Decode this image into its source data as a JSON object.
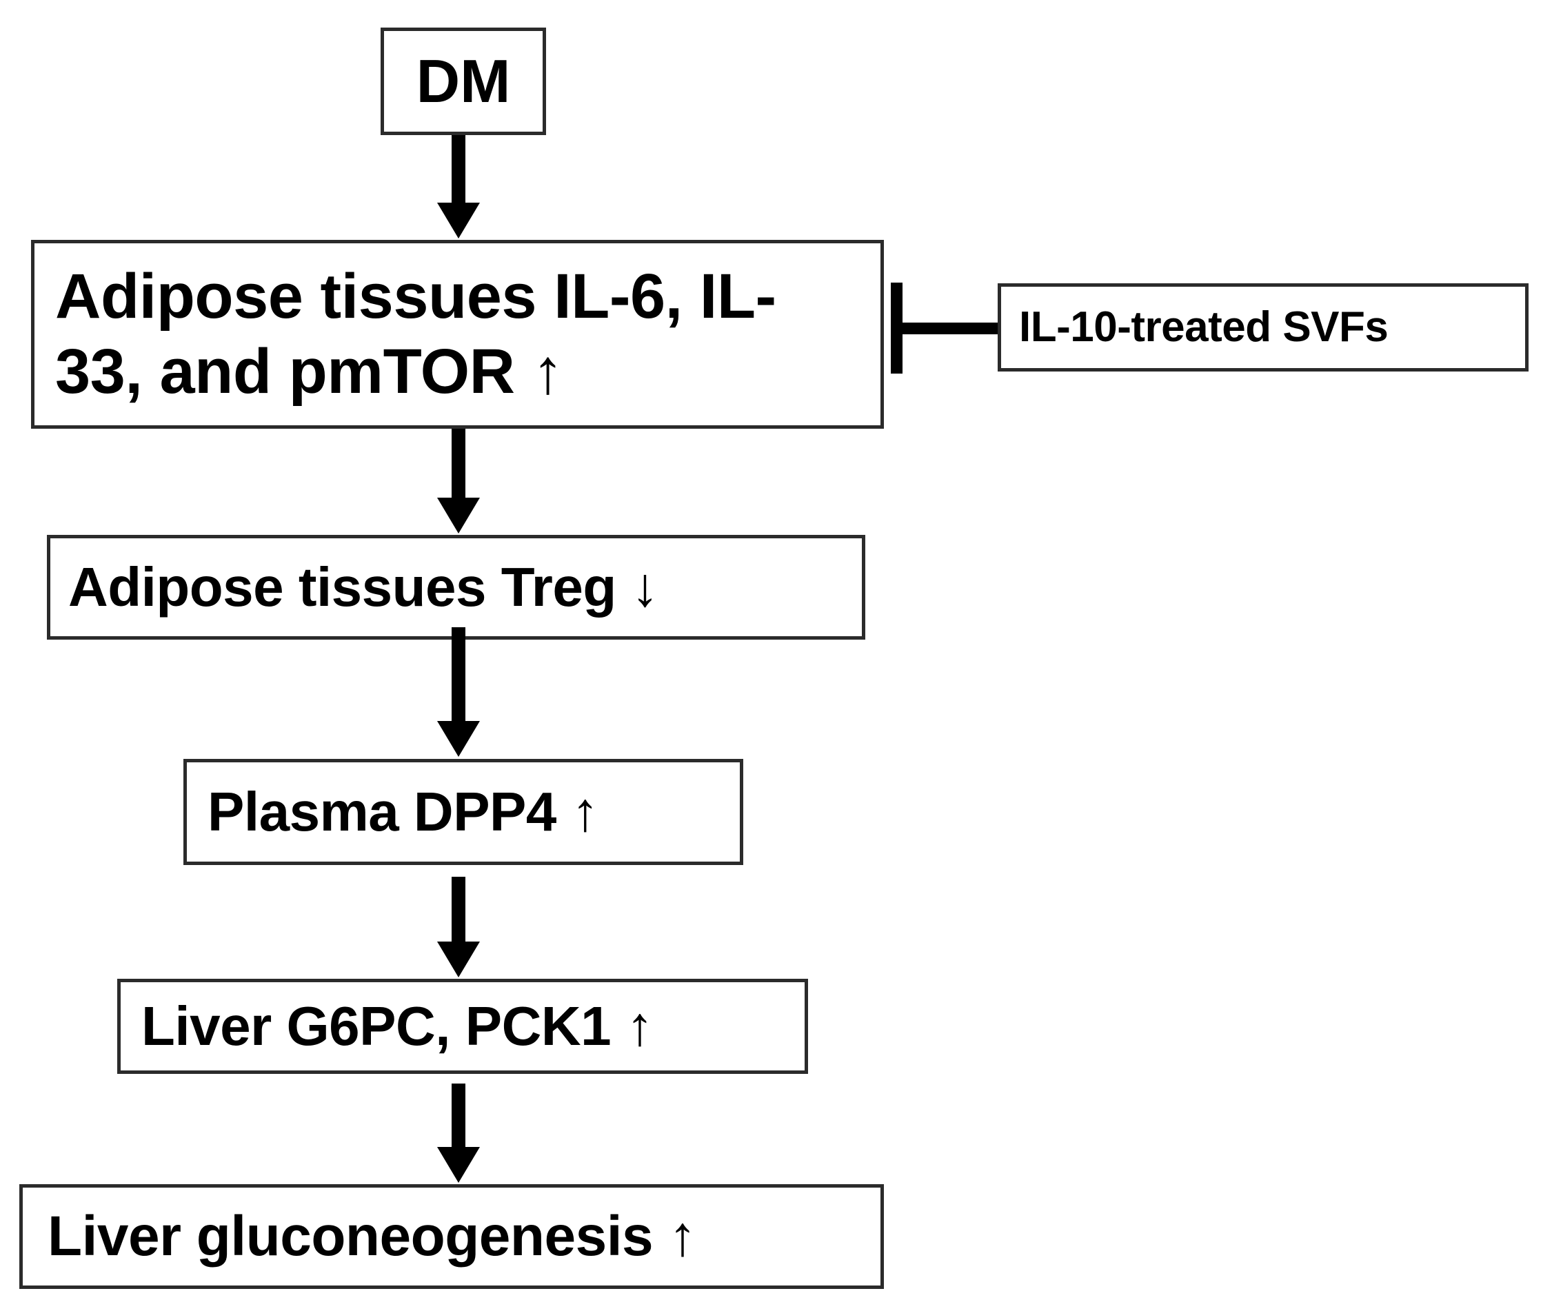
{
  "diagram": {
    "title": "DM adipose tissue to liver gluconeogenesis pathway",
    "background_color": "#ffffff",
    "line_color": "#000000",
    "box_border_color": "#2b2b2b",
    "nodes": [
      {
        "id": "dm",
        "label": "DM"
      },
      {
        "id": "adipose_cytokines",
        "label": "Adipose tissues IL-6, IL-\n33, and pmTOR ↑"
      },
      {
        "id": "svf",
        "label": "IL-10-treated SVFs"
      },
      {
        "id": "treg",
        "label": "Adipose tissues Treg ↓"
      },
      {
        "id": "dpp4",
        "label": "Plasma DPP4 ↑"
      },
      {
        "id": "g6pc",
        "label": "Liver G6PC, PCK1 ↑"
      },
      {
        "id": "gluconeogenesis",
        "label": "Liver gluconeogenesis ↑"
      }
    ],
    "edges": [
      {
        "from": "dm",
        "to": "adipose_cytokines",
        "type": "arrow"
      },
      {
        "from": "adipose_cytokines",
        "to": "treg",
        "type": "arrow"
      },
      {
        "from": "treg",
        "to": "dpp4",
        "type": "arrow"
      },
      {
        "from": "dpp4",
        "to": "g6pc",
        "type": "arrow"
      },
      {
        "from": "g6pc",
        "to": "gluconeogenesis",
        "type": "arrow"
      },
      {
        "from": "svf",
        "to": "adipose_cytokines",
        "type": "inhibition"
      }
    ]
  }
}
